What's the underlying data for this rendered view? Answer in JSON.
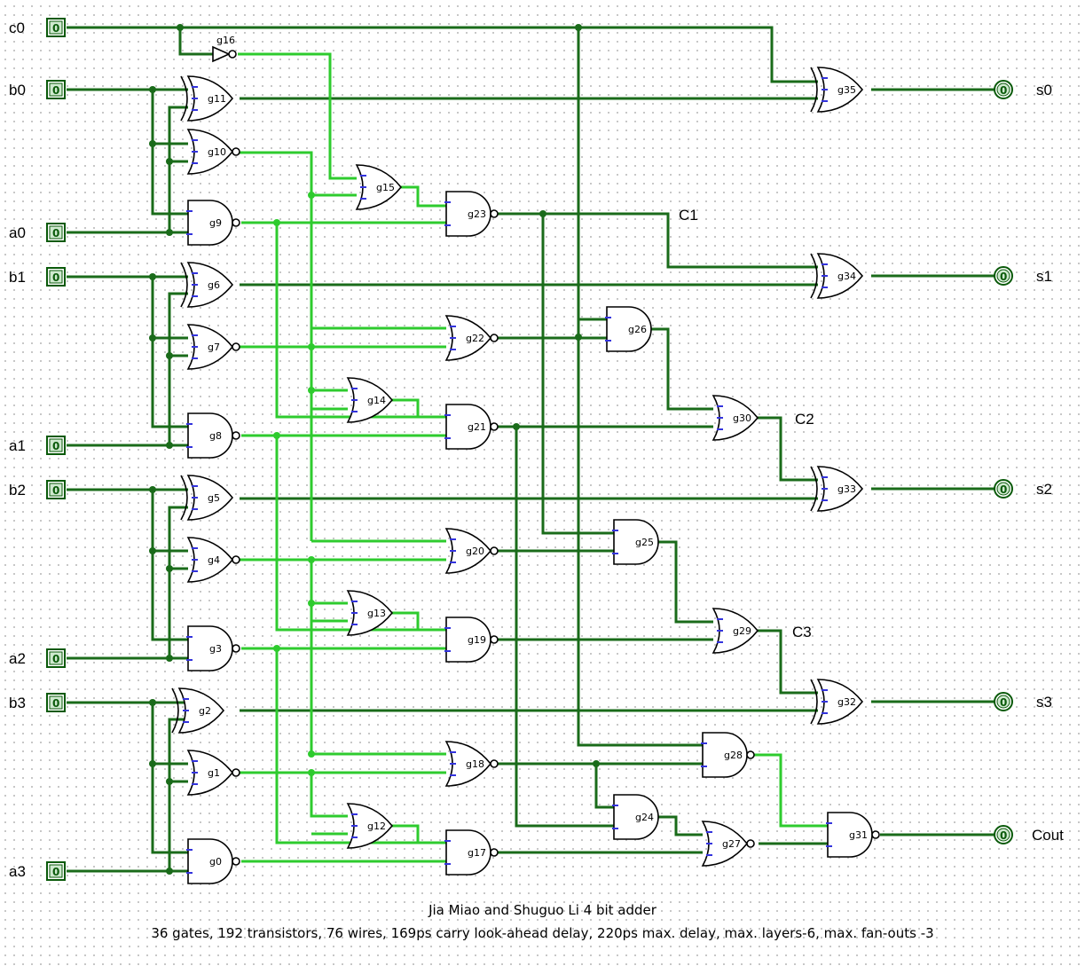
{
  "title": "Jia Miao and Shuguo Li 4 bit adder",
  "stats": "36 gates, 192 transistors, 76 wires, 169ps carry look-ahead delay, 220ps max. delay, max. layers-6, max. fan-outs -3",
  "colors": {
    "wire_dark": "#1a6b1a",
    "wire_light": "#2ecb2e",
    "stub": "#3333dd",
    "gate": "#000000"
  },
  "inputs": [
    {
      "name": "c0",
      "value": "0"
    },
    {
      "name": "b0",
      "value": "0"
    },
    {
      "name": "a0",
      "value": "0"
    },
    {
      "name": "b1",
      "value": "0"
    },
    {
      "name": "a1",
      "value": "0"
    },
    {
      "name": "b2",
      "value": "0"
    },
    {
      "name": "a2",
      "value": "0"
    },
    {
      "name": "b3",
      "value": "0"
    },
    {
      "name": "a3",
      "value": "0"
    }
  ],
  "outputs": [
    {
      "name": "s0",
      "value": "0"
    },
    {
      "name": "s1",
      "value": "0"
    },
    {
      "name": "s2",
      "value": "0"
    },
    {
      "name": "s3",
      "value": "0"
    },
    {
      "name": "Cout",
      "value": "0"
    }
  ],
  "carry_labels": [
    "C1",
    "C2",
    "C3"
  ],
  "gates": [
    {
      "label": "g0",
      "type": "nand"
    },
    {
      "label": "g1",
      "type": "nor"
    },
    {
      "label": "g2",
      "type": "xor"
    },
    {
      "label": "g3",
      "type": "nand"
    },
    {
      "label": "g4",
      "type": "nor"
    },
    {
      "label": "g5",
      "type": "xor"
    },
    {
      "label": "g6",
      "type": "xor"
    },
    {
      "label": "g7",
      "type": "nor"
    },
    {
      "label": "g8",
      "type": "nand"
    },
    {
      "label": "g9",
      "type": "nand"
    },
    {
      "label": "g10",
      "type": "nor"
    },
    {
      "label": "g11",
      "type": "xor"
    },
    {
      "label": "g12",
      "type": "or"
    },
    {
      "label": "g13",
      "type": "or"
    },
    {
      "label": "g14",
      "type": "or"
    },
    {
      "label": "g15",
      "type": "or"
    },
    {
      "label": "g16",
      "type": "not"
    },
    {
      "label": "g17",
      "type": "nand"
    },
    {
      "label": "g18",
      "type": "nor"
    },
    {
      "label": "g19",
      "type": "nand"
    },
    {
      "label": "g20",
      "type": "nor"
    },
    {
      "label": "g21",
      "type": "nand"
    },
    {
      "label": "g22",
      "type": "nor"
    },
    {
      "label": "g23",
      "type": "nand"
    },
    {
      "label": "g24",
      "type": "and"
    },
    {
      "label": "g25",
      "type": "and"
    },
    {
      "label": "g26",
      "type": "and"
    },
    {
      "label": "g27",
      "type": "nor"
    },
    {
      "label": "g28",
      "type": "nand"
    },
    {
      "label": "g29",
      "type": "or"
    },
    {
      "label": "g30",
      "type": "or"
    },
    {
      "label": "g31",
      "type": "nand"
    },
    {
      "label": "g32",
      "type": "xor"
    },
    {
      "label": "g33",
      "type": "xor"
    },
    {
      "label": "g34",
      "type": "xor"
    },
    {
      "label": "g35",
      "type": "xor"
    }
  ]
}
